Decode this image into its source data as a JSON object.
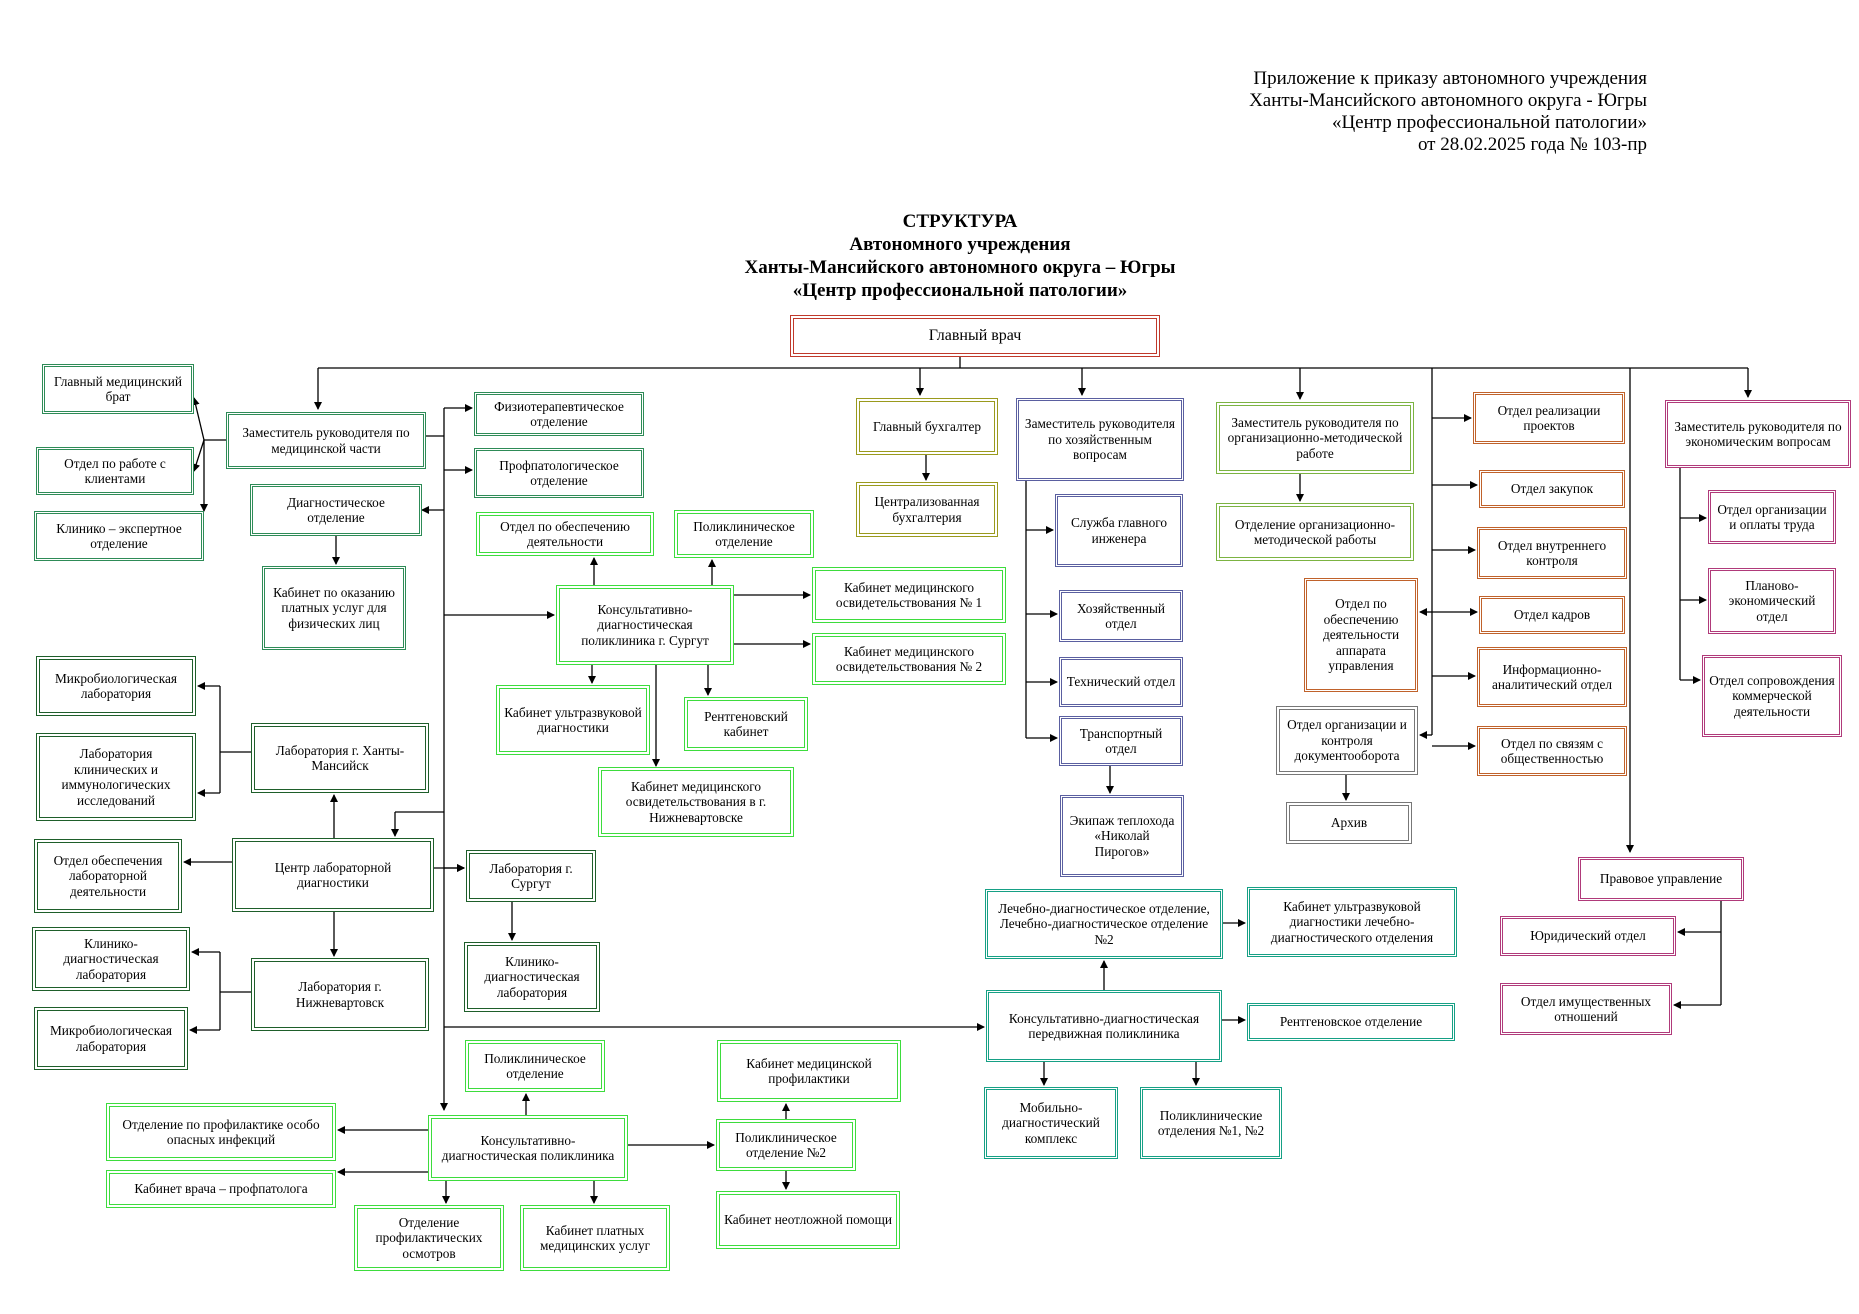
{
  "header": {
    "lines": [
      "Приложение  к приказу автономного учреждения",
      "Ханты-Мансийского автономного округа - Югры",
      "«Центр профессиональной патологии»",
      "от 28.02.2025 года № 103-пр"
    ]
  },
  "title": {
    "lines": [
      "СТРУКТУРА",
      "Автономного учреждения",
      "Ханты-Мансийского автономного округа – Югры",
      "«Центр профессиональной патологии»"
    ]
  },
  "colors": {
    "chief": "#c0392b",
    "olive": "#9a9a1d",
    "navy": "#5a5fa0",
    "lime": "#7cb342",
    "orange": "#c0622b",
    "gray": "#777777",
    "magenta": "#b03a7a",
    "teal": "#16a085",
    "green": "#2e8b57",
    "dark_green": "#1e5e2a",
    "light_green": "#3ddc3d"
  },
  "nodes": [
    {
      "id": "chief",
      "style": "main",
      "text": "Главный врач"
    },
    {
      "id": "med_deputy",
      "style": "green",
      "text": "Заместитель руководителя по медицинской части"
    },
    {
      "id": "head_nurse",
      "style": "green",
      "text": "Главный медицинский брат"
    },
    {
      "id": "client_dept",
      "style": "green",
      "text": "Отдел по работе с клиентами"
    },
    {
      "id": "expert_dept",
      "style": "green",
      "text": "Клинико – экспертное отделение"
    },
    {
      "id": "physio",
      "style": "green",
      "text": "Физиотерапевтическое отделение"
    },
    {
      "id": "profpath",
      "style": "green",
      "text": "Профпатологическое отделение"
    },
    {
      "id": "diag_dept",
      "style": "green",
      "text": "Диагностическое отделение"
    },
    {
      "id": "paid_cab",
      "style": "green",
      "text": "Кабинет по оказанию платных услуг для физических лиц"
    },
    {
      "id": "support_dept",
      "style": "lgreen",
      "text": "Отдел по обеспечению деятельности"
    },
    {
      "id": "polyclinic_dept_s",
      "style": "lgreen",
      "text": "Поликлиническое отделение"
    },
    {
      "id": "kdp_surgut",
      "style": "lgreen",
      "text": "Консультативно-диагностическая поликлиника г.  Сургут"
    },
    {
      "id": "med_exam1",
      "style": "lgreen",
      "text": "Кабинет медицинского освидетельствования № 1"
    },
    {
      "id": "med_exam2",
      "style": "lgreen",
      "text": "Кабинет медицинского освидетельствования № 2"
    },
    {
      "id": "uzi_cab",
      "style": "lgreen",
      "text": "Кабинет ультразвуковой диагностики"
    },
    {
      "id": "xray_cab",
      "style": "lgreen",
      "text": "Рентгеновский кабинет"
    },
    {
      "id": "med_exam_nv",
      "style": "lgreen",
      "text": "Кабинет медицинского освидетельствования в г. Нижневартовске"
    },
    {
      "id": "micro_lab1",
      "style": "dgreen",
      "text": "Микробиологическая лаборатория"
    },
    {
      "id": "clin_lab1",
      "style": "dgreen",
      "text": "Лаборатория клинических и иммунологических исследований"
    },
    {
      "id": "lab_hm",
      "style": "dgreen",
      "text": "Лаборатория г. Ханты-Мансийск"
    },
    {
      "id": "lab_support",
      "style": "dgreen",
      "text": "Отдел обеспечения лабораторной деятельности"
    },
    {
      "id": "lab_center",
      "style": "dgreen",
      "text": "Центр лабораторной диагностики"
    },
    {
      "id": "lab_surgut",
      "style": "dgreen",
      "text": "Лаборатория г. Сургут"
    },
    {
      "id": "clin_lab_s",
      "style": "dgreen",
      "text": "Клинико-диагностическая лаборатория"
    },
    {
      "id": "clin_lab2",
      "style": "dgreen",
      "text": "Клинико-диагностическая лаборатория"
    },
    {
      "id": "lab_nv",
      "style": "dgreen",
      "text": "Лаборатория г. Нижневартовск"
    },
    {
      "id": "micro_lab2",
      "style": "dgreen",
      "text": "Микробиологическая лаборатория"
    },
    {
      "id": "chief_acc",
      "style": "olive",
      "text": "Главный бухгалтер"
    },
    {
      "id": "central_acc",
      "style": "olive",
      "text": "Централизованная бухгалтерия"
    },
    {
      "id": "eco_deputy",
      "style": "navy",
      "text": "Заместитель руководителя по хозяйственным вопросам"
    },
    {
      "id": "chief_eng",
      "style": "navy",
      "text": "Служба главного инженера"
    },
    {
      "id": "household",
      "style": "navy",
      "text": "Хозяйственный отдел"
    },
    {
      "id": "technical",
      "style": "navy",
      "text": "Технический отдел"
    },
    {
      "id": "transport",
      "style": "navy",
      "text": "Транспортный отдел"
    },
    {
      "id": "ship_crew",
      "style": "navy",
      "text": "Экипаж теплохода «Николай Пирогов»"
    },
    {
      "id": "org_deputy",
      "style": "lime",
      "text": "Заместитель руководителя по организационно-методической работе"
    },
    {
      "id": "org_dept",
      "style": "lime",
      "text": "Отделение организационно-методической работы"
    },
    {
      "id": "projects",
      "style": "orange",
      "text": "Отдел реализации проектов"
    },
    {
      "id": "purchases",
      "style": "orange",
      "text": "Отдел закупок"
    },
    {
      "id": "internal_ctrl",
      "style": "orange",
      "text": "Отдел внутреннего контроля"
    },
    {
      "id": "hr",
      "style": "orange",
      "text": "Отдел кадров"
    },
    {
      "id": "admin_support",
      "style": "orange",
      "text": "Отдел по обеспечению деятельности аппарата управления"
    },
    {
      "id": "info_analytic",
      "style": "orange",
      "text": "Информационно-аналитический отдел"
    },
    {
      "id": "pr",
      "style": "orange",
      "text": "Отдел по связям с общественностью"
    },
    {
      "id": "docflow",
      "style": "gray",
      "text": "Отдел организации и контроля документооборота"
    },
    {
      "id": "archive",
      "style": "gray",
      "text": "Архив"
    },
    {
      "id": "econ_deputy",
      "style": "magenta",
      "text": "Заместитель руководителя по экономическим вопросам"
    },
    {
      "id": "labor_dept",
      "style": "magenta",
      "text": "Отдел организации и оплаты труда"
    },
    {
      "id": "plan_econ",
      "style": "magenta",
      "text": "Планово-экономический отдел"
    },
    {
      "id": "commercial",
      "style": "magenta",
      "text": "Отдел сопровождения коммерческой деятельности"
    },
    {
      "id": "legal",
      "style": "magenta",
      "text": "Правовое управление"
    },
    {
      "id": "legal_dept",
      "style": "magenta",
      "text": "Юридический отдел"
    },
    {
      "id": "property",
      "style": "magenta",
      "text": "Отдел имущественных отношений"
    },
    {
      "id": "treat_diag",
      "style": "teal",
      "text": "Лечебно-диагностическое отделение, Лечебно-диагностическое отделение №2"
    },
    {
      "id": "uzi_treat",
      "style": "teal",
      "text": "Кабинет ультразвуковой диагностики лечебно-диагностического отделения"
    },
    {
      "id": "mobile_poly",
      "style": "teal",
      "text": "Консультативно-диагностическая передвижная поликлиника"
    },
    {
      "id": "xray_dept",
      "style": "teal",
      "text": "Рентгеновское отделение"
    },
    {
      "id": "mobile_complex",
      "style": "teal",
      "text": "Мобильно-диагностический комплекс"
    },
    {
      "id": "poly_depts",
      "style": "teal",
      "text": "Поликлинические отделения №1, №2"
    },
    {
      "id": "poly_dept_b",
      "style": "lgreen",
      "text": "Поликлиническое отделение"
    },
    {
      "id": "kdp",
      "style": "lgreen",
      "text": "Консультативно-диагностическая поликлиника"
    },
    {
      "id": "infect_prev",
      "style": "lgreen",
      "text": "Отделение по профилактике особо опасных инфекций"
    },
    {
      "id": "prof_cab",
      "style": "lgreen",
      "text": "Кабинет врача – профпатолога"
    },
    {
      "id": "prev_exams",
      "style": "lgreen",
      "text": "Отделение профилактических осмотров"
    },
    {
      "id": "paid_services",
      "style": "lgreen",
      "text": "Кабинет платных медицинских услуг"
    },
    {
      "id": "prevent_cab",
      "style": "lgreen",
      "text": "Кабинет медицинской профилактики"
    },
    {
      "id": "poly_dept2",
      "style": "lgreen",
      "text": "Поликлиническое отделение №2"
    },
    {
      "id": "emergency",
      "style": "lgreen",
      "text": "Кабинет неотложной помощи"
    }
  ]
}
